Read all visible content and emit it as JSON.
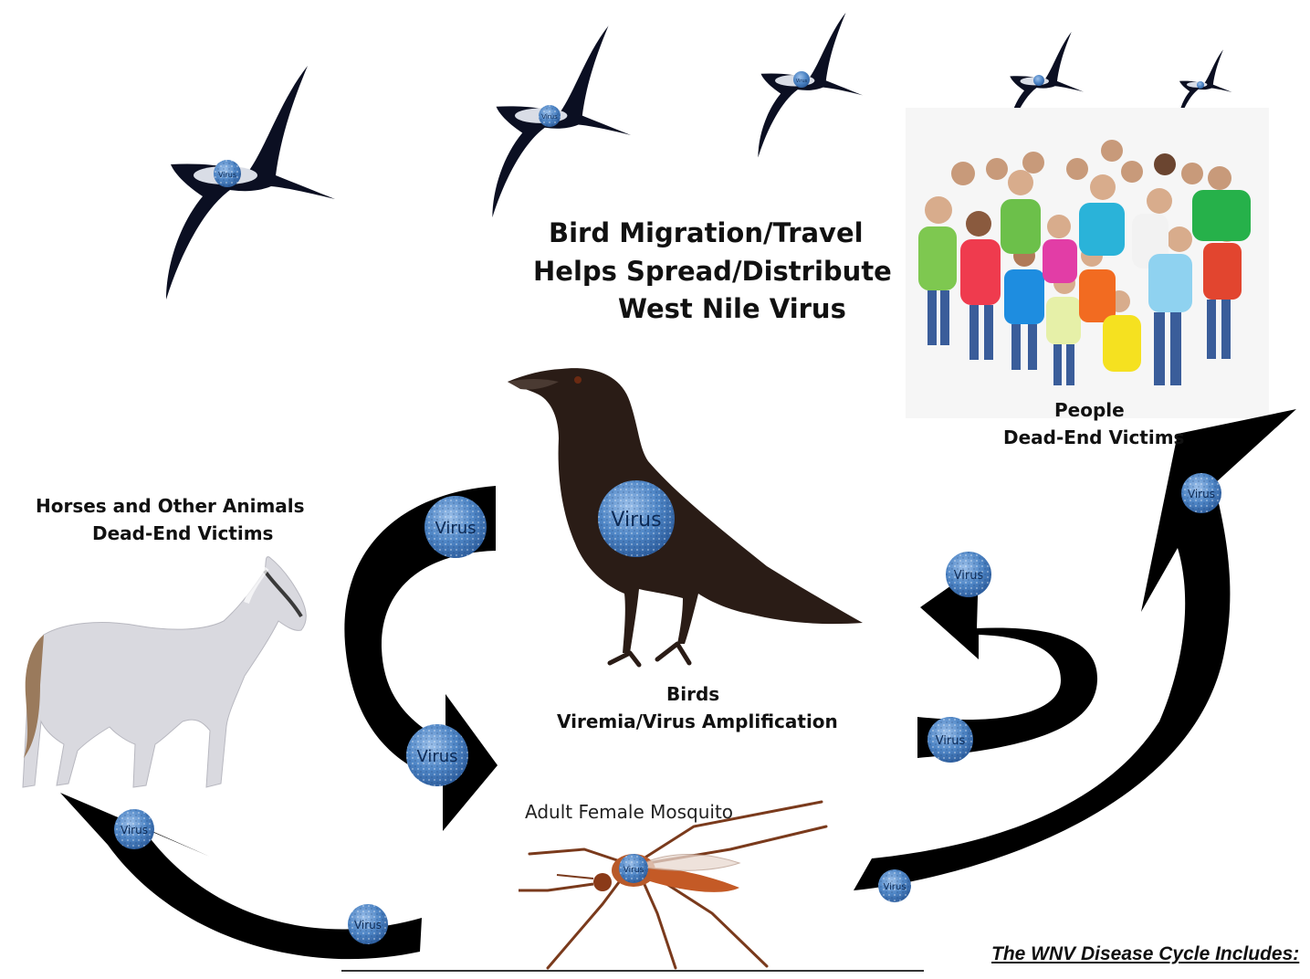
{
  "title": {
    "line1": "Bird Migration/Travel",
    "line2": "Helps Spread/Distribute",
    "line3": "West Nile Virus"
  },
  "people": {
    "line1": "People",
    "line2": "Dead-End Victims"
  },
  "horses": {
    "line1": "Horses and Other Animals",
    "line2": "Dead-End Victims"
  },
  "birds": {
    "line1": "Birds",
    "line2": "Viremia/Virus Amplification"
  },
  "mosquito": {
    "label": "Adult Female Mosquito"
  },
  "virus_label": "Virus",
  "footer": "The WNV Disease Cycle Includes:",
  "colors": {
    "virus_fill": "#4f86c6",
    "arrow": "#000000",
    "bird_silhouette": "#0b0f22",
    "crow": "#2a1c16"
  }
}
